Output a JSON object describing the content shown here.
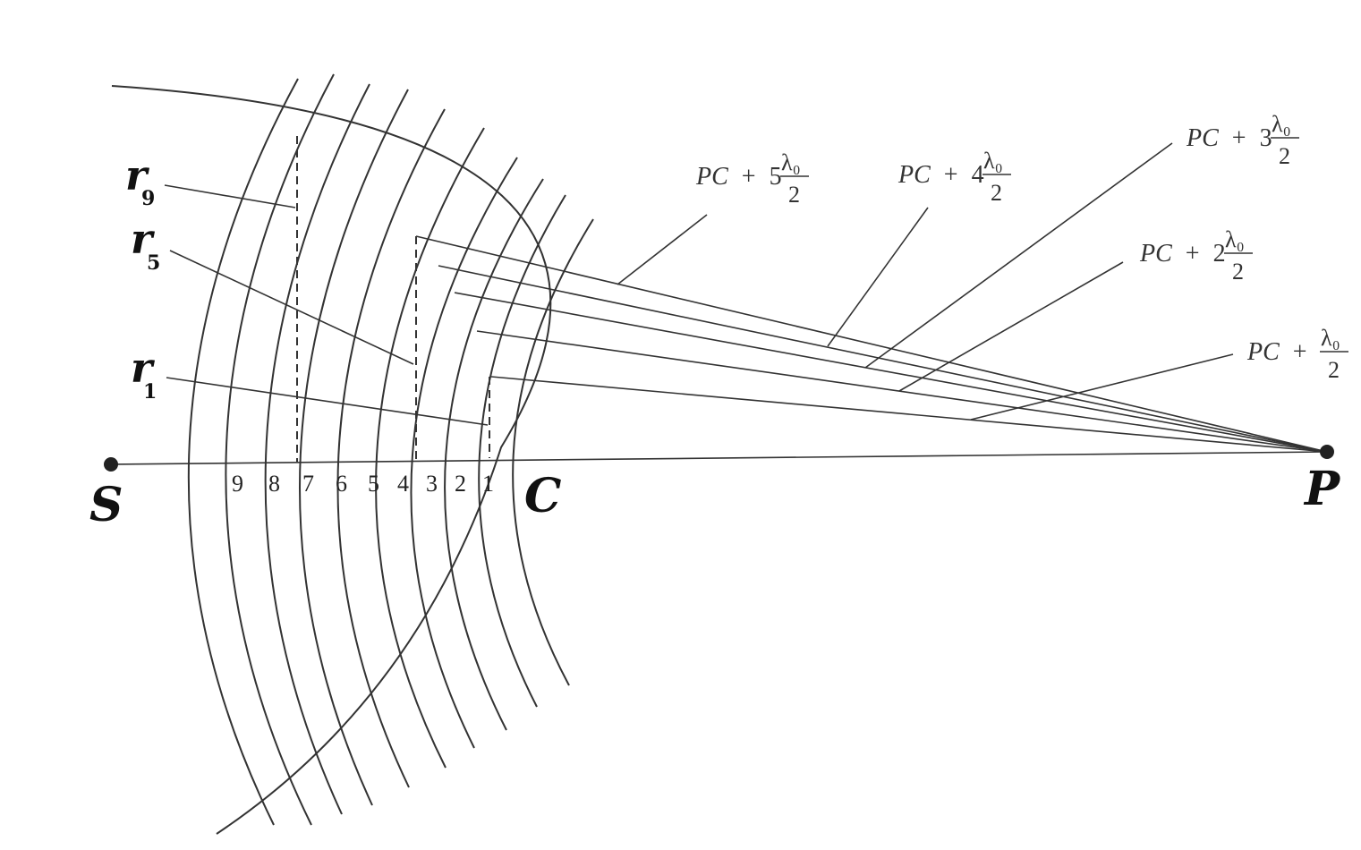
{
  "points": {
    "source": "S",
    "center": "C",
    "observer": "P"
  },
  "zone_numbers": [
    "9",
    "8",
    "7",
    "6",
    "5",
    "4",
    "3",
    "2",
    "1"
  ],
  "radii": [
    {
      "symbol": "r",
      "sub": "9"
    },
    {
      "symbol": "r",
      "sub": "5"
    },
    {
      "symbol": "r",
      "sub": "1"
    }
  ],
  "path_labels": [
    {
      "base": "PC",
      "op": "+",
      "coef": "5",
      "num": "λ₀",
      "den": "2"
    },
    {
      "base": "PC",
      "op": "+",
      "coef": "4",
      "num": "λ₀",
      "den": "2"
    },
    {
      "base": "PC",
      "op": "+",
      "coef": "3",
      "num": "λ₀",
      "den": "2"
    },
    {
      "base": "PC",
      "op": "+",
      "coef": "2",
      "num": "λ₀",
      "den": "2"
    },
    {
      "base": "PC",
      "op": "+",
      "coef": "",
      "num": "λ₀",
      "den": "2"
    }
  ]
}
